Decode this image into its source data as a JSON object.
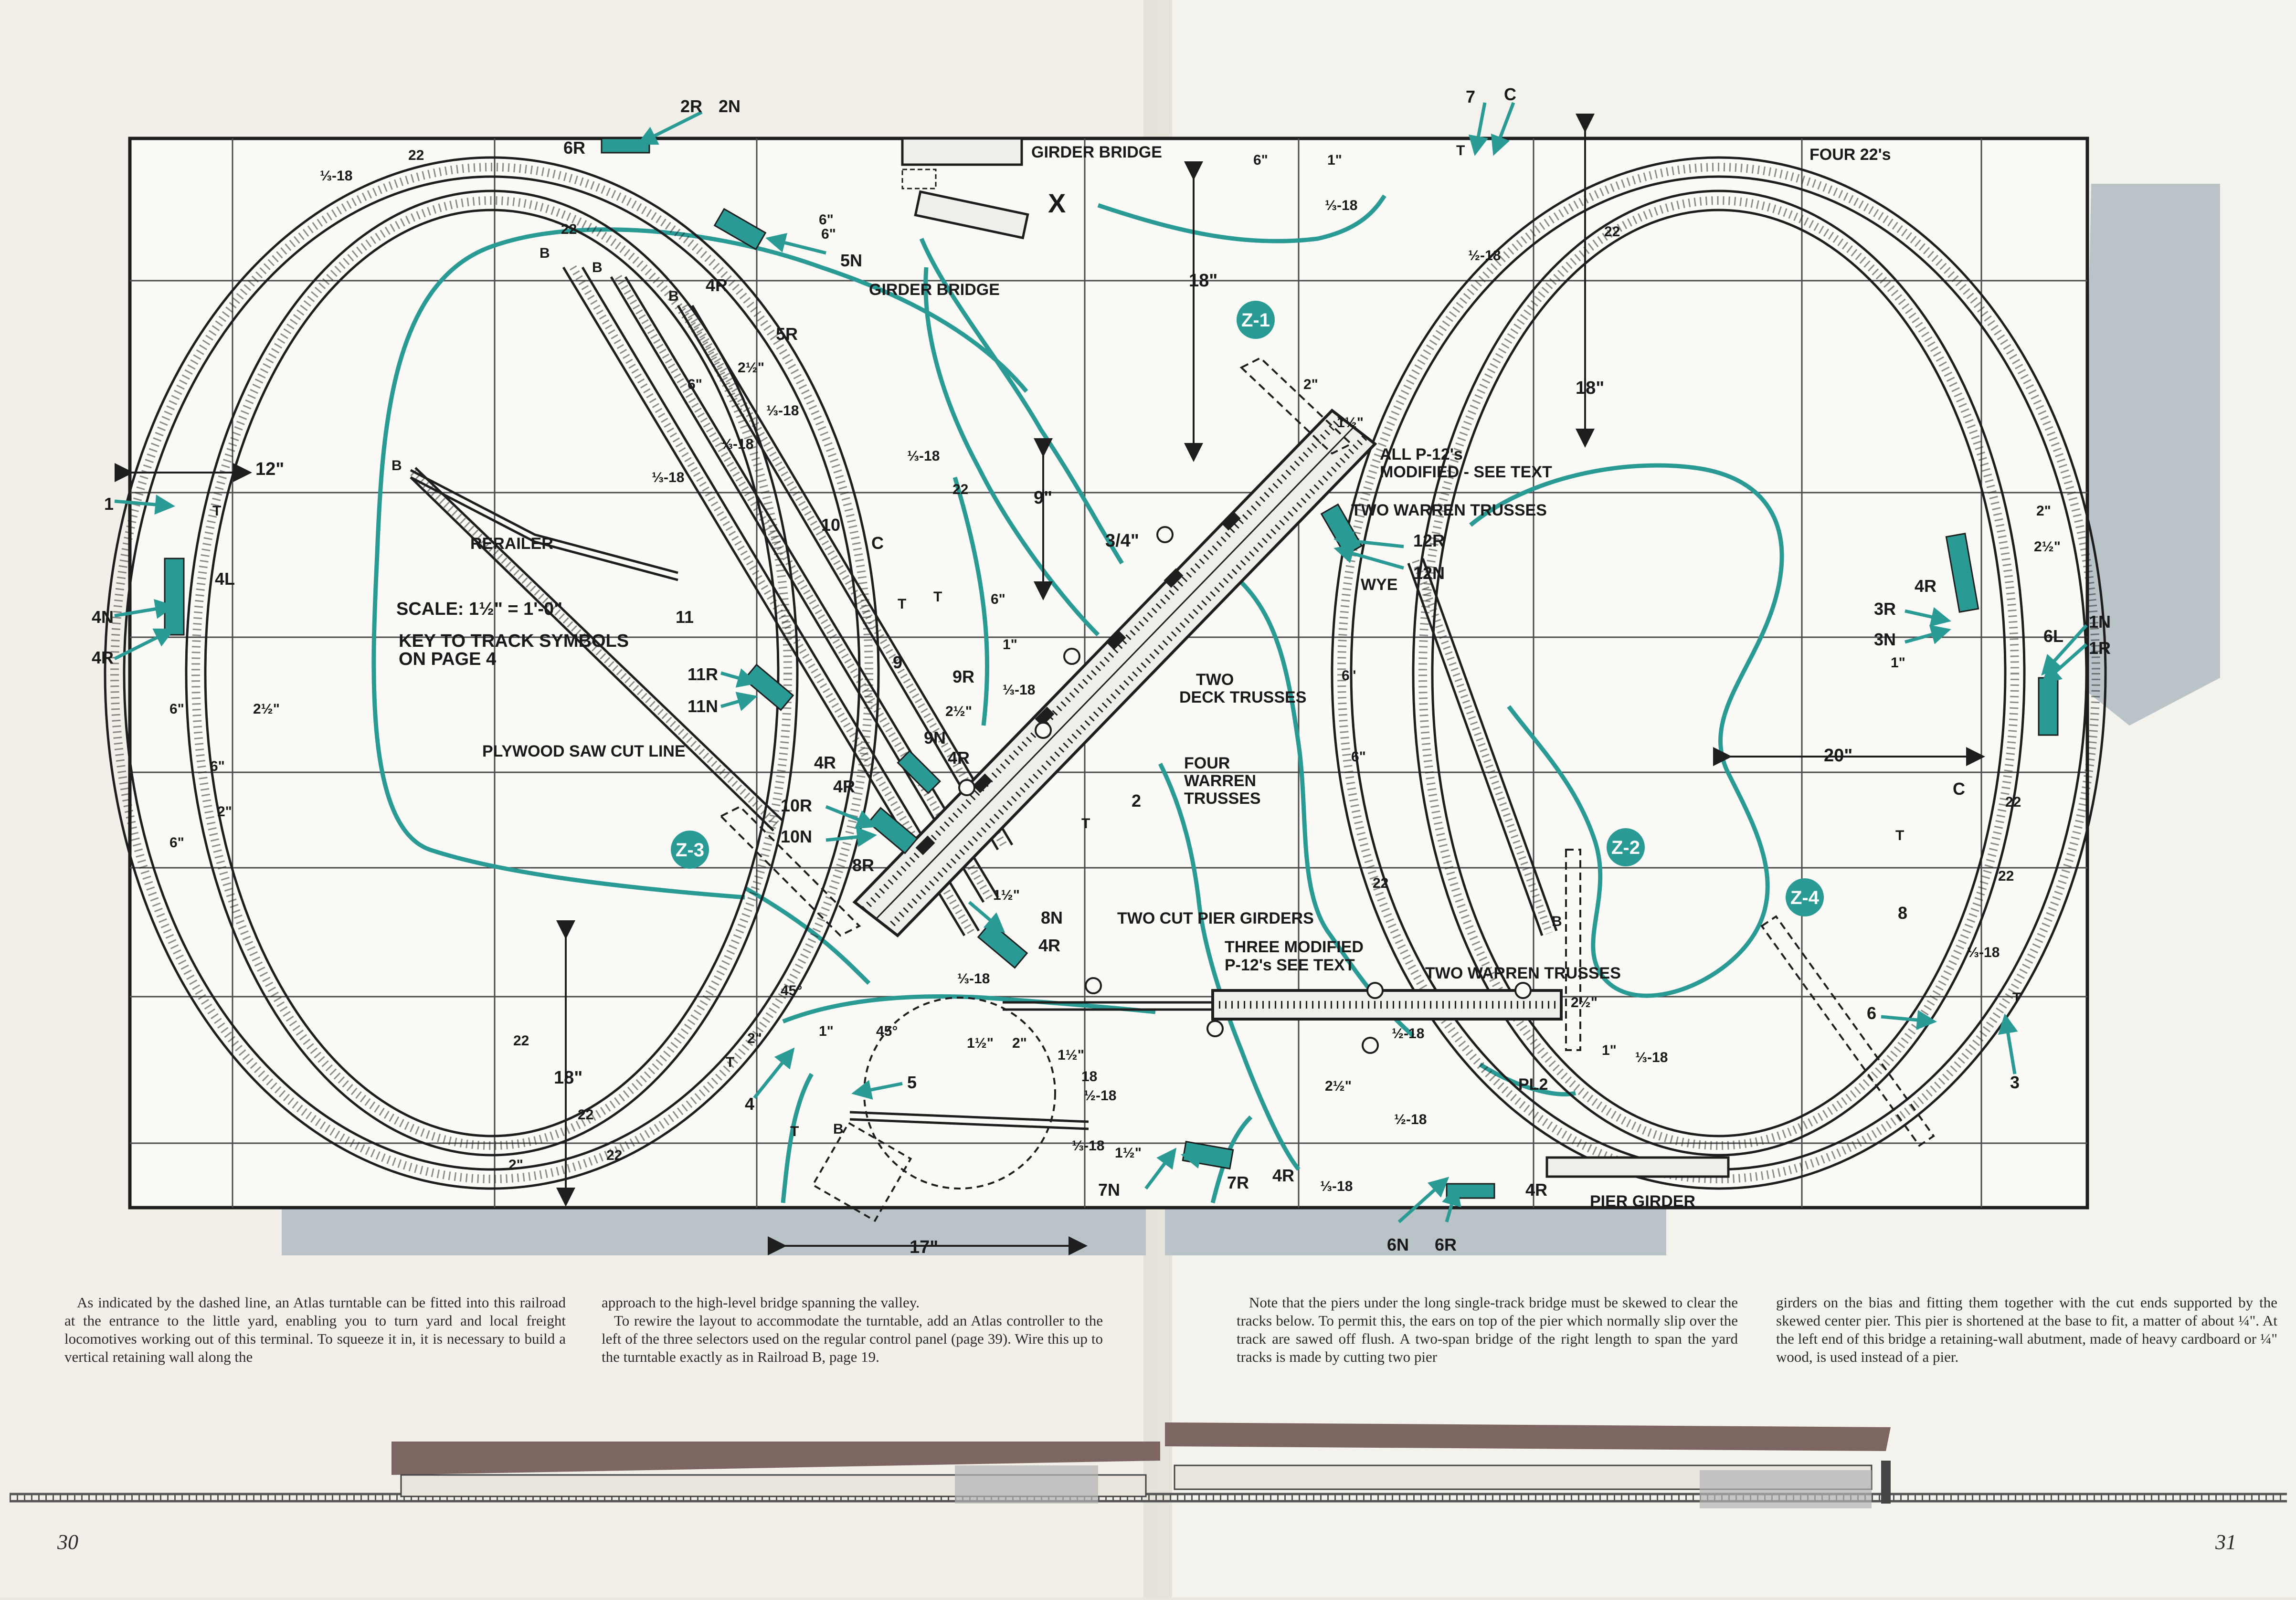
{
  "diagram": {
    "structures": {
      "girder_bridge_top": "GIRDER BRIDGE",
      "girder_bridge_lower": "GIRDER BRIDGE",
      "x_mark": "X",
      "all_p12": "ALL P-12's",
      "modified_see_text": "MODIFIED - SEE TEXT",
      "two_warren_trusses_1": "TWO WARREN TRUSSES",
      "wye": "WYE",
      "two_deck_trusses_1": "TWO",
      "two_deck_trusses_2": "DECK TRUSSES",
      "four_warren_1": "FOUR",
      "four_warren_2": "WARREN",
      "four_warren_3": "TRUSSES",
      "two_cut_pier_girders": "TWO   CUT PIER GIRDERS",
      "three_modified_1": "THREE MODIFIED",
      "three_modified_2": "P-12's  SEE TEXT",
      "two_warren_trusses_2": "TWO  WARREN  TRUSSES",
      "pier_girder": "PIER GIRDER",
      "four_22s": "FOUR 22's",
      "rerailer": "RERAILER",
      "plywood_cut": "PLYWOOD SAW CUT LINE",
      "pl2": "PL2"
    },
    "notes": {
      "scale": "SCALE: 1½\" = 1'-0\"",
      "key_1": "KEY TO TRACK SYMBOLS",
      "key_2": "ON PAGE 4"
    },
    "zones": [
      "Z-1",
      "Z-2",
      "Z-3",
      "Z-4"
    ],
    "switch_labels": {
      "2R": "2R",
      "2N": "2N",
      "6R_top": "6R",
      "5N": "5N",
      "5R": "5R",
      "4R_a": "4R",
      "1": "1",
      "4N": "4N",
      "4R_left": "4R",
      "4L": "4L",
      "11": "11",
      "10": "10",
      "9": "9",
      "9R": "9R",
      "9N": "9N",
      "11R": "11R",
      "11N": "11N",
      "10R": "10R",
      "10N": "10N",
      "8R": "8R",
      "8N": "8N",
      "4R_b": "4R",
      "4R_c": "4R",
      "4R_d": "4R",
      "4R_e": "4R",
      "7": "7",
      "C_top": "C",
      "12R": "12R",
      "12N": "12N",
      "3R": "3R",
      "3N": "3N",
      "4R_right": "4R",
      "1N": "1N",
      "1R": "1R",
      "6L": "6L",
      "8": "8",
      "6": "6",
      "3": "3",
      "2": "2",
      "4": "4",
      "5": "5",
      "7R": "7R",
      "7N": "7N",
      "6N": "6N",
      "6R_bottom": "6R",
      "4R_bottom": "4R",
      "4R_bottom2": "4R",
      "C_left": "C",
      "C_right": "C"
    },
    "track_labels": {
      "t22_top": "22",
      "t13_18a": "⅓-18",
      "t22_b": "22",
      "t6in_a": "6\"",
      "t6in_b": "6\"",
      "t212a": "2½\"",
      "t13_18b": "⅓-18",
      "t6in_c": "6\"",
      "t13_18c": "⅓-18",
      "t13_18d": "⅓-18",
      "t13_18e": "⅓-18",
      "t22_c": "22",
      "t6in_d": "6\"",
      "t1in_a": "1\"",
      "t13_18f": "⅓-18",
      "t212b": "2½\"",
      "t6in_top": "6\"",
      "t1in_top": "1\"",
      "t13_18g": "⅓-18",
      "t12_18a": "½-18",
      "t22_d": "22",
      "t2in_a": "2\"",
      "t112a": "1½\"",
      "t6in_e": "6\"",
      "t6in_f": "6\"",
      "t22_e": "22",
      "t2in_r": "2\"",
      "t212r": "2½\"",
      "t1in_r": "1\"",
      "t22_r": "22",
      "t22_r2": "22",
      "t212c": "2½\"",
      "t1in_c": "1\"",
      "t13_18h": "⅓-18",
      "t212d": "2½\"",
      "t12_18b": "½-18",
      "t112b": "1½\"",
      "t13_18i": "⅓-18",
      "t45a": "45°",
      "t45b": "45°",
      "t2in_b": "2\"",
      "t1in_b": "1\"",
      "t112c": "1½\"",
      "t2in_c": "2\"",
      "t112d": "1½\"",
      "t18_b": "18",
      "t12_18c": "½-18",
      "t13_18j": "⅓-18",
      "t112e": "1½\"",
      "t22_f": "22",
      "t22_g": "22",
      "t22_h": "22",
      "t2in_d": "2\"",
      "t6in_l1": "6\"",
      "t6in_l2": "6\"",
      "t2in_l": "2\"",
      "t6in_l3": "6\"",
      "t212l": "2½\"",
      "t12_18d": "½-18",
      "t13_18k": "⅓-18",
      "t13_18l": "⅓-18"
    },
    "misc": {
      "T": "T",
      "B": "B"
    },
    "dimensions": {
      "d12": "12\"",
      "d18_left": "18\"",
      "d18_mid": "18\"",
      "d18_right": "18\"",
      "d9": "9\"",
      "d34": "3/4\"",
      "d20": "20\"",
      "d17": "17\""
    }
  },
  "text": {
    "col1": "As indicated by the dashed line, an Atlas turntable can be fitted into this railroad at the entrance to the little yard, enabling you to turn yard and local freight locomotives working out of this terminal. To squeeze it in, it is necessary to build a vertical retaining wall along the",
    "col2a": "approach to the high-level bridge spanning the valley.",
    "col2b": "To rewire the layout to accommodate the turntable, add an Atlas controller to the left of the three selectors used on the regular control panel (page 39). Wire this up to the turntable exactly as in Railroad B, page 19.",
    "col3": "Note that the piers under the long single-track bridge must be skewed to clear the tracks below. To permit this, the ears on top of the pier which normally slip over the track are sawed off flush. A two-span bridge of the right length to span the yard tracks is made by cutting two pier",
    "col4": "girders on the bias and fitting them together with the cut ends supported by the skewed center pier. This pier is shortened at the base to fit, a matter of about ¼\". At the left end of this bridge a retaining-wall abutment, made of heavy cardboard or ¼\" wood, is used instead of a pier."
  },
  "page_numbers": {
    "left": "30",
    "right": "31"
  },
  "colors": {
    "accent": "#2a9a95",
    "ink": "#1e1e1e",
    "paper": "#f4f2ec",
    "shadow": "#b9c3c8"
  }
}
